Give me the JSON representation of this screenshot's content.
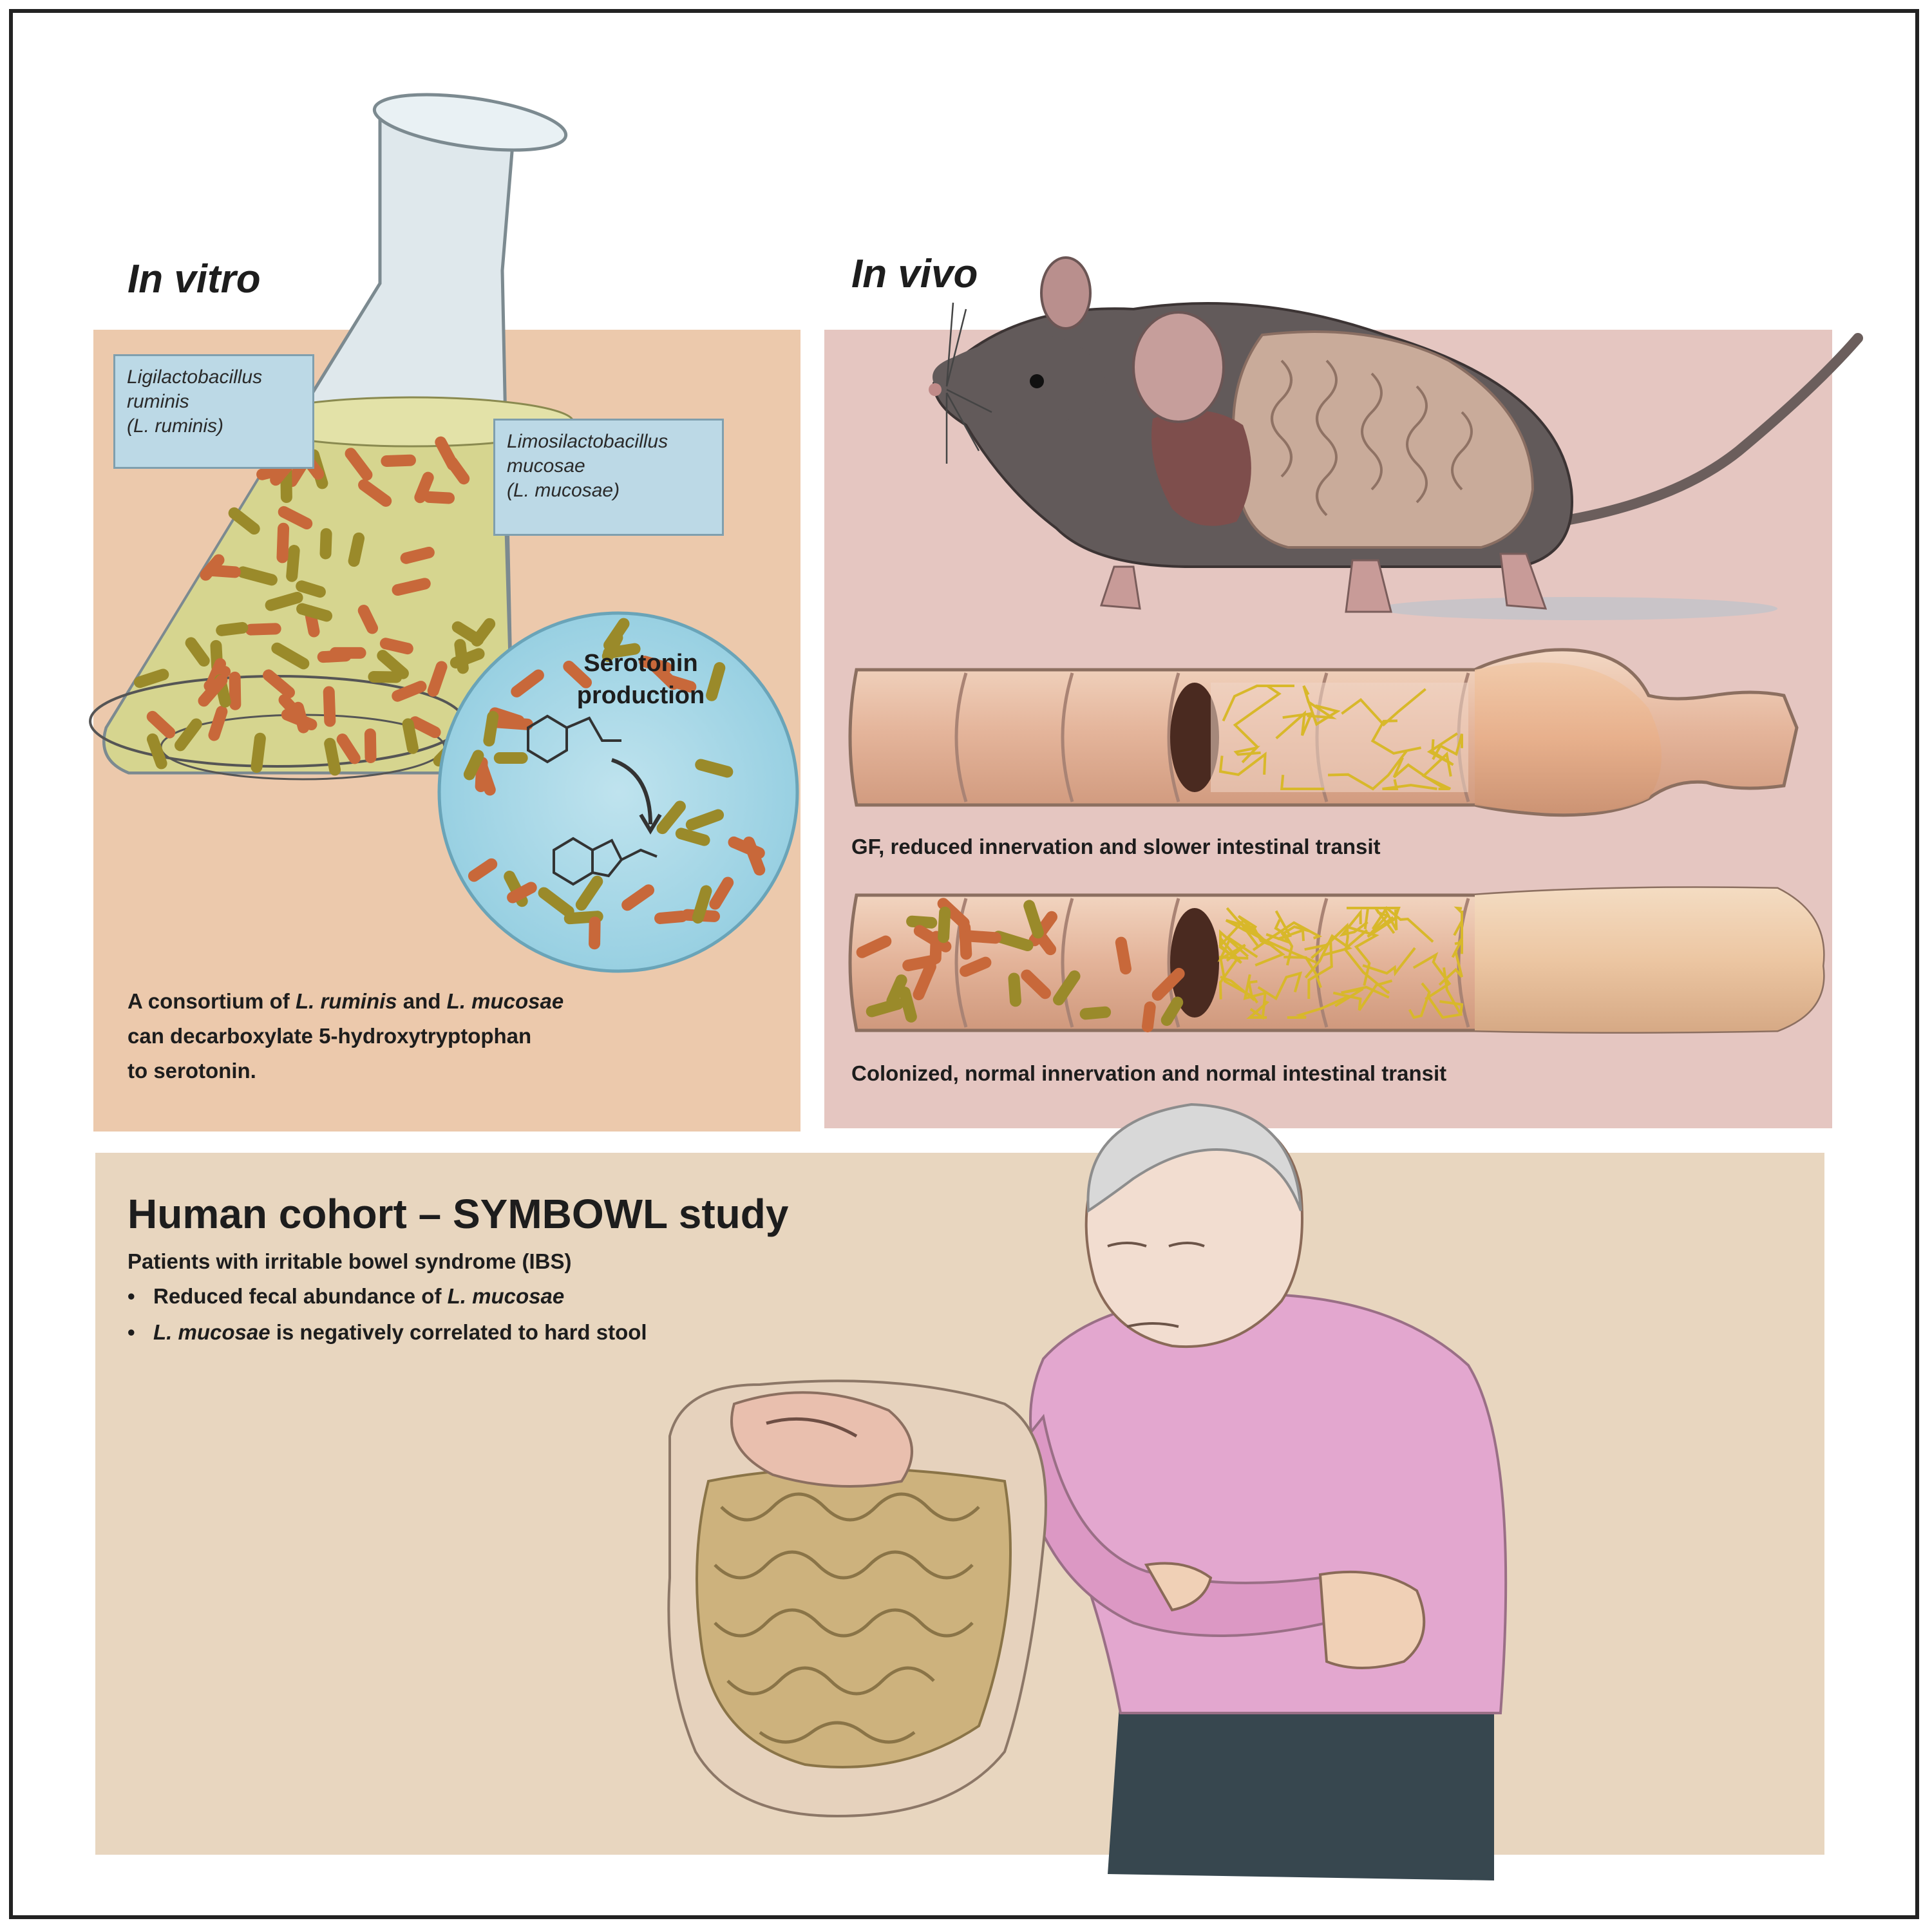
{
  "in_vitro": {
    "heading": "In vitro",
    "box_ruminis": [
      "Ligilactobacillus",
      "ruminis",
      "(L. ruminis)"
    ],
    "box_mucosae": [
      "Limosilactobacillus",
      "mucosae",
      "(L. mucosae)"
    ],
    "serotonin_label": [
      "Serotonin",
      "production"
    ],
    "caption": {
      "line1_a": "A consortium of ",
      "line1_b": "L. ruminis",
      "line1_c": " and ",
      "line1_d": "L. mucosae",
      "line2": "can decarboxylate 5-hydroxytryptophan",
      "line3": "to serotonin."
    }
  },
  "in_vivo": {
    "heading": "In vivo",
    "caption_gf": "GF, reduced innervation and slower intestinal transit",
    "caption_col": "Colonized, normal innervation and normal intestinal transit"
  },
  "human": {
    "title": "Human cohort  – SYMBOWL study",
    "subtitle": "Patients with irritable bowel syndrome (IBS)",
    "bullet1_a": "Reduced fecal abundance of ",
    "bullet1_b": "L. mucosae",
    "bullet2_a": "L. mucosae",
    "bullet2_b": " is negatively correlated to hard stool",
    "bullet_mark": "•"
  },
  "colors": {
    "invitro_bg": "#ecc9ac",
    "invivo_bg": "#e5c6c1",
    "human_bg": "#e8d6bf",
    "bacteria_orange": "#c8683a",
    "bacteria_olive": "#9a8a2a",
    "nerve_yellow": "#d8b82a",
    "shirt_pink": "#e3a7cf"
  }
}
